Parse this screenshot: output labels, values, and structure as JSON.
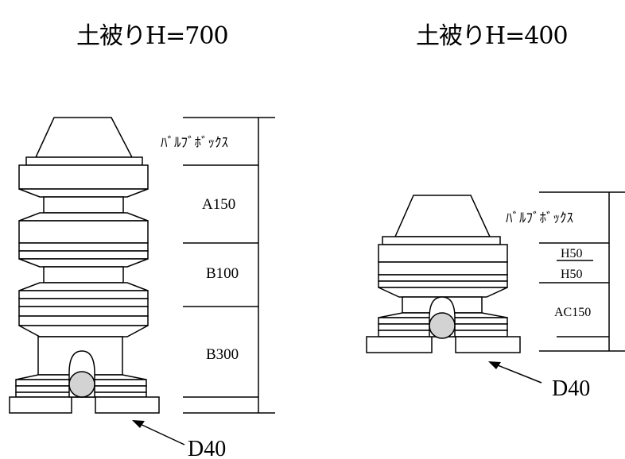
{
  "left": {
    "title": "土被りH=700",
    "labels": {
      "valve_box": "ﾊﾞﾙﾌﾞﾎﾞｯｸｽ",
      "a150": "A150",
      "b100": "B100",
      "b300": "B300"
    },
    "pipe_label": "D40"
  },
  "right": {
    "title": "土被りH=400",
    "labels": {
      "valve_box": "ﾊﾞﾙﾌﾞﾎﾞｯｸｽ",
      "h50_1": "H50",
      "h50_2": "H50",
      "ac150": "AC150"
    },
    "pipe_label": "D40"
  }
}
